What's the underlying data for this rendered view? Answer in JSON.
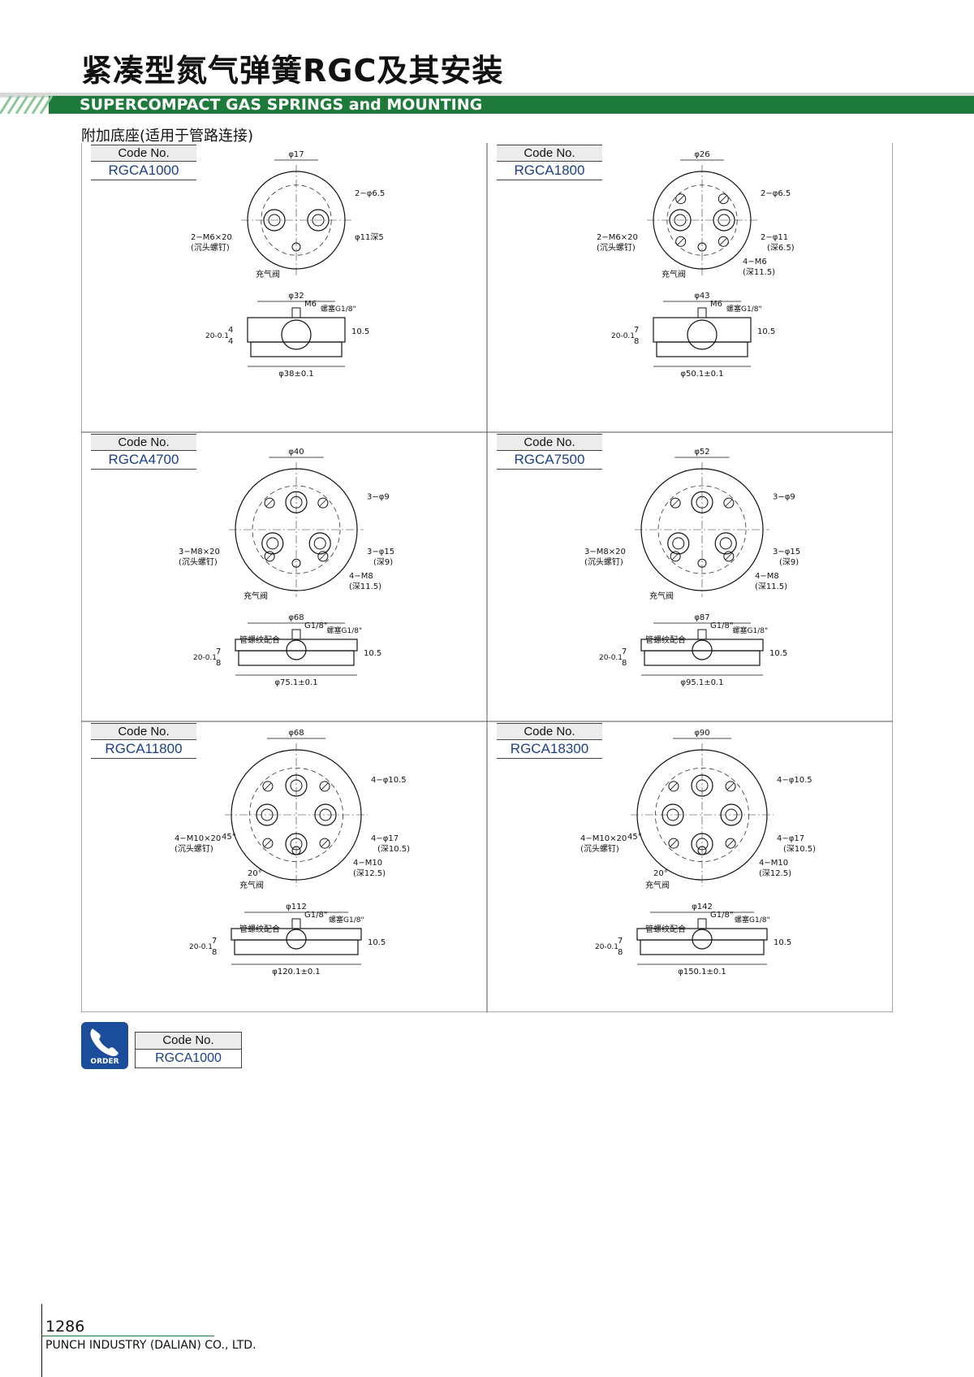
{
  "header": {
    "title_cn": "紧凑型氮气弹簧RGC及其安装",
    "title_en": "SUPERCOMPACT GAS SPRINGS and MOUNTING",
    "subtitle": "附加底座(适用于管路连接)"
  },
  "code_label": "Code No.",
  "cells": [
    {
      "code": "RGCA1000",
      "top": {
        "dia": "φ17",
        "holes": "2−φ6.5",
        "screw": "2−M6×20",
        "screw_note": "(沉头螺钉)",
        "cbore": "φ11深5",
        "valve": "充气阀"
      },
      "side": {
        "dia": "φ32",
        "port": "M6",
        "plug": "螺塞G1/8\"",
        "base": "φ38±0.1",
        "h_total": "20-0.1",
        "h1": "4",
        "h2": "4",
        "h3": "10.5"
      }
    },
    {
      "code": "RGCA1800",
      "top": {
        "dia": "φ26",
        "holes": "2−φ6.5",
        "screw": "2−M6×20",
        "screw_note": "(沉头螺钉)",
        "cbore": "2−φ11",
        "cbore_depth": "(深6.5)",
        "thread": "4−M6",
        "thread_depth": "(深11.5)",
        "valve": "充气阀"
      },
      "side": {
        "dia": "φ43",
        "port": "M6",
        "plug": "螺塞G1/8\"",
        "base": "φ50.1±0.1",
        "h_total": "20-0.1",
        "h1": "7",
        "h2": "8",
        "h3": "10.5"
      }
    },
    {
      "code": "RGCA4700",
      "top": {
        "dia": "φ40",
        "holes": "3−φ9",
        "screw": "3−M8×20",
        "screw_note": "(沉头螺钉)",
        "cbore": "3−φ15",
        "cbore_depth": "(深9)",
        "thread": "4−M8",
        "thread_depth": "(深11.5)",
        "valve": "充气阀"
      },
      "side": {
        "dia": "φ68",
        "port": "G1/8\"",
        "pipe": "管螺纹配合",
        "plug": "螺塞G1/8\"",
        "base": "φ75.1±0.1",
        "h_total": "20-0.1",
        "h1": "7",
        "h2": "8",
        "h3": "10.5"
      }
    },
    {
      "code": "RGCA7500",
      "top": {
        "dia": "φ52",
        "holes": "3−φ9",
        "screw": "3−M8×20",
        "screw_note": "(沉头螺钉)",
        "cbore": "3−φ15",
        "cbore_depth": "(深9)",
        "thread": "4−M8",
        "thread_depth": "(深11.5)",
        "valve": "充气阀"
      },
      "side": {
        "dia": "φ87",
        "port": "G1/8\"",
        "pipe": "管螺纹配合",
        "plug": "螺塞G1/8\"",
        "base": "φ95.1±0.1",
        "h_total": "20-0.1",
        "h1": "7",
        "h2": "8",
        "h3": "10.5"
      }
    },
    {
      "code": "RGCA11800",
      "top": {
        "dia": "φ68",
        "holes": "4−φ10.5",
        "screw": "4−M10×20",
        "screw_note": "(沉头螺钉)",
        "cbore": "4−φ17",
        "cbore_depth": "(深10.5)",
        "thread": "4−M10",
        "thread_depth": "(深12.5)",
        "valve": "充气阀",
        "angle1": "45°",
        "angle2": "20°"
      },
      "side": {
        "dia": "φ112",
        "port": "G1/8\"",
        "pipe": "管螺纹配合",
        "plug": "螺塞G1/8\"",
        "base": "φ120.1±0.1",
        "h_total": "20-0.1",
        "h1": "7",
        "h2": "8",
        "h3": "10.5"
      }
    },
    {
      "code": "RGCA18300",
      "top": {
        "dia": "φ90",
        "holes": "4−φ10.5",
        "screw": "4−M10×20",
        "screw_note": "(沉头螺钉)",
        "cbore": "4−φ17",
        "cbore_depth": "(深10.5)",
        "thread": "4−M10",
        "thread_depth": "(深12.5)",
        "valve": "充气阀",
        "angle1": "45°",
        "angle2": "20°"
      },
      "side": {
        "dia": "φ142",
        "port": "G1/8\"",
        "pipe": "管螺纹配合",
        "plug": "螺塞G1/8\"",
        "base": "φ150.1±0.1",
        "h_total": "20-0.1",
        "h1": "7",
        "h2": "8",
        "h3": "10.5"
      }
    }
  ],
  "order": {
    "icon_text": "ORDER",
    "code": "RGCA1000"
  },
  "footer": {
    "page": "1286",
    "company": "PUNCH INDUSTRY (DALIAN) CO., LTD."
  },
  "colors": {
    "brand_green": "#1d7a3a",
    "code_blue": "#1b3f8a",
    "order_blue": "#1b4d9b"
  }
}
